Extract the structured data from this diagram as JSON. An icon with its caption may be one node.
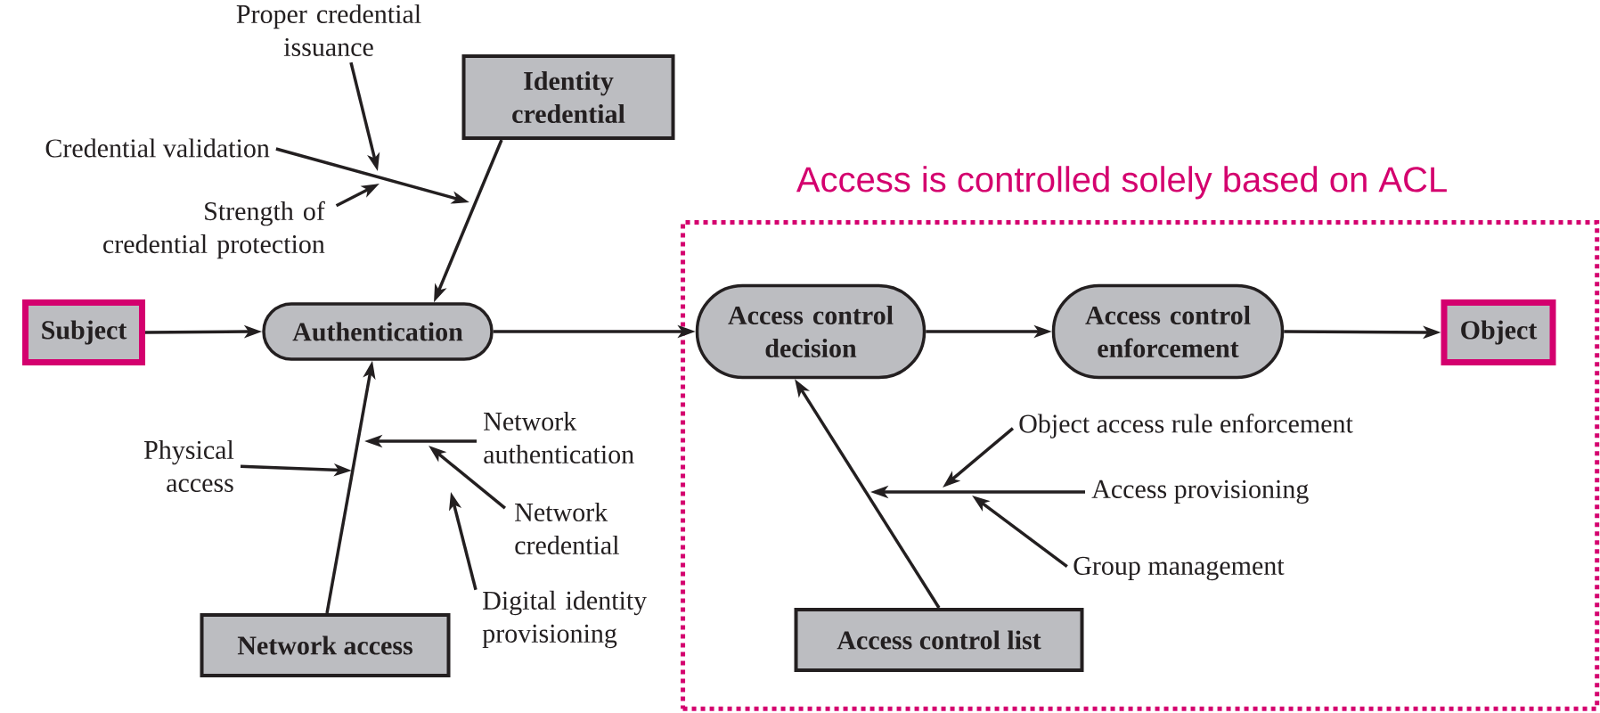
{
  "diagram": {
    "nodes": [
      {
        "text": [
          "Proper credential issuance"
        ]
      },
      {
        "text": [
          "Identity credential"
        ]
      },
      {
        "text": [
          "Credential validation"
        ]
      },
      {
        "text": [
          "Strength of credential protection"
        ]
      },
      {
        "text": [
          "Access is controlled solely based on ACL"
        ]
      },
      {
        "text": [
          "Subject"
        ]
      },
      {
        "text": [
          "Authentication"
        ]
      },
      {
        "text": [
          "Access control decision"
        ],
        "in": 4
      },
      {
        "text": [
          "Access control enforcement"
        ],
        "in": 4
      },
      {
        "text": [
          "Object"
        ],
        "in": 4
      },
      {
        "text": [
          "Object access rule enforcement"
        ],
        "in": 4
      },
      {
        "text": [
          "Physical access"
        ]
      },
      {
        "text": [
          "Network authentication"
        ]
      },
      {
        "text": [
          "Access provisioning"
        ],
        "in": 4
      },
      {
        "text": [
          "Network credential"
        ]
      },
      {
        "text": [
          "Group management"
        ],
        "in": 4
      },
      {
        "text": [
          "Digital identity provisioning"
        ]
      },
      {
        "text": [
          "Network access"
        ]
      },
      {
        "text": [
          "Access control list"
        ],
        "in": 4
      }
    ],
    "edges": [
      {
        "from": 5,
        "to": 6,
        "arrow": "to"
      },
      {
        "from": 6,
        "to": 7,
        "arrow": "to"
      },
      {
        "from": 7,
        "to": 8,
        "arrow": "to"
      },
      {
        "from": 8,
        "to": 9,
        "arrow": "to"
      },
      {
        "from": 1,
        "to": 6,
        "arrow": "to"
      },
      {
        "from": 17,
        "to": 6,
        "arrow": "to"
      },
      {
        "from": 18,
        "to": 7,
        "arrow": "to"
      },
      {
        "from": 2,
        "to": null,
        "arrow": "to"
      },
      {
        "from": 0,
        "to": null,
        "arrow": "to"
      },
      {
        "from": 3,
        "to": null,
        "arrow": "to"
      },
      {
        "from": 11,
        "to": null,
        "arrow": "to"
      },
      {
        "from": 12,
        "to": null,
        "arrow": "to"
      },
      {
        "from": 14,
        "to": null,
        "arrow": "to"
      },
      {
        "from": 16,
        "to": null,
        "arrow": "to"
      },
      {
        "from": 10,
        "to": null,
        "arrow": "to"
      },
      {
        "from": 13,
        "to": null,
        "arrow": "to"
      },
      {
        "from": 15,
        "to": null,
        "arrow": "to"
      }
    ]
  }
}
